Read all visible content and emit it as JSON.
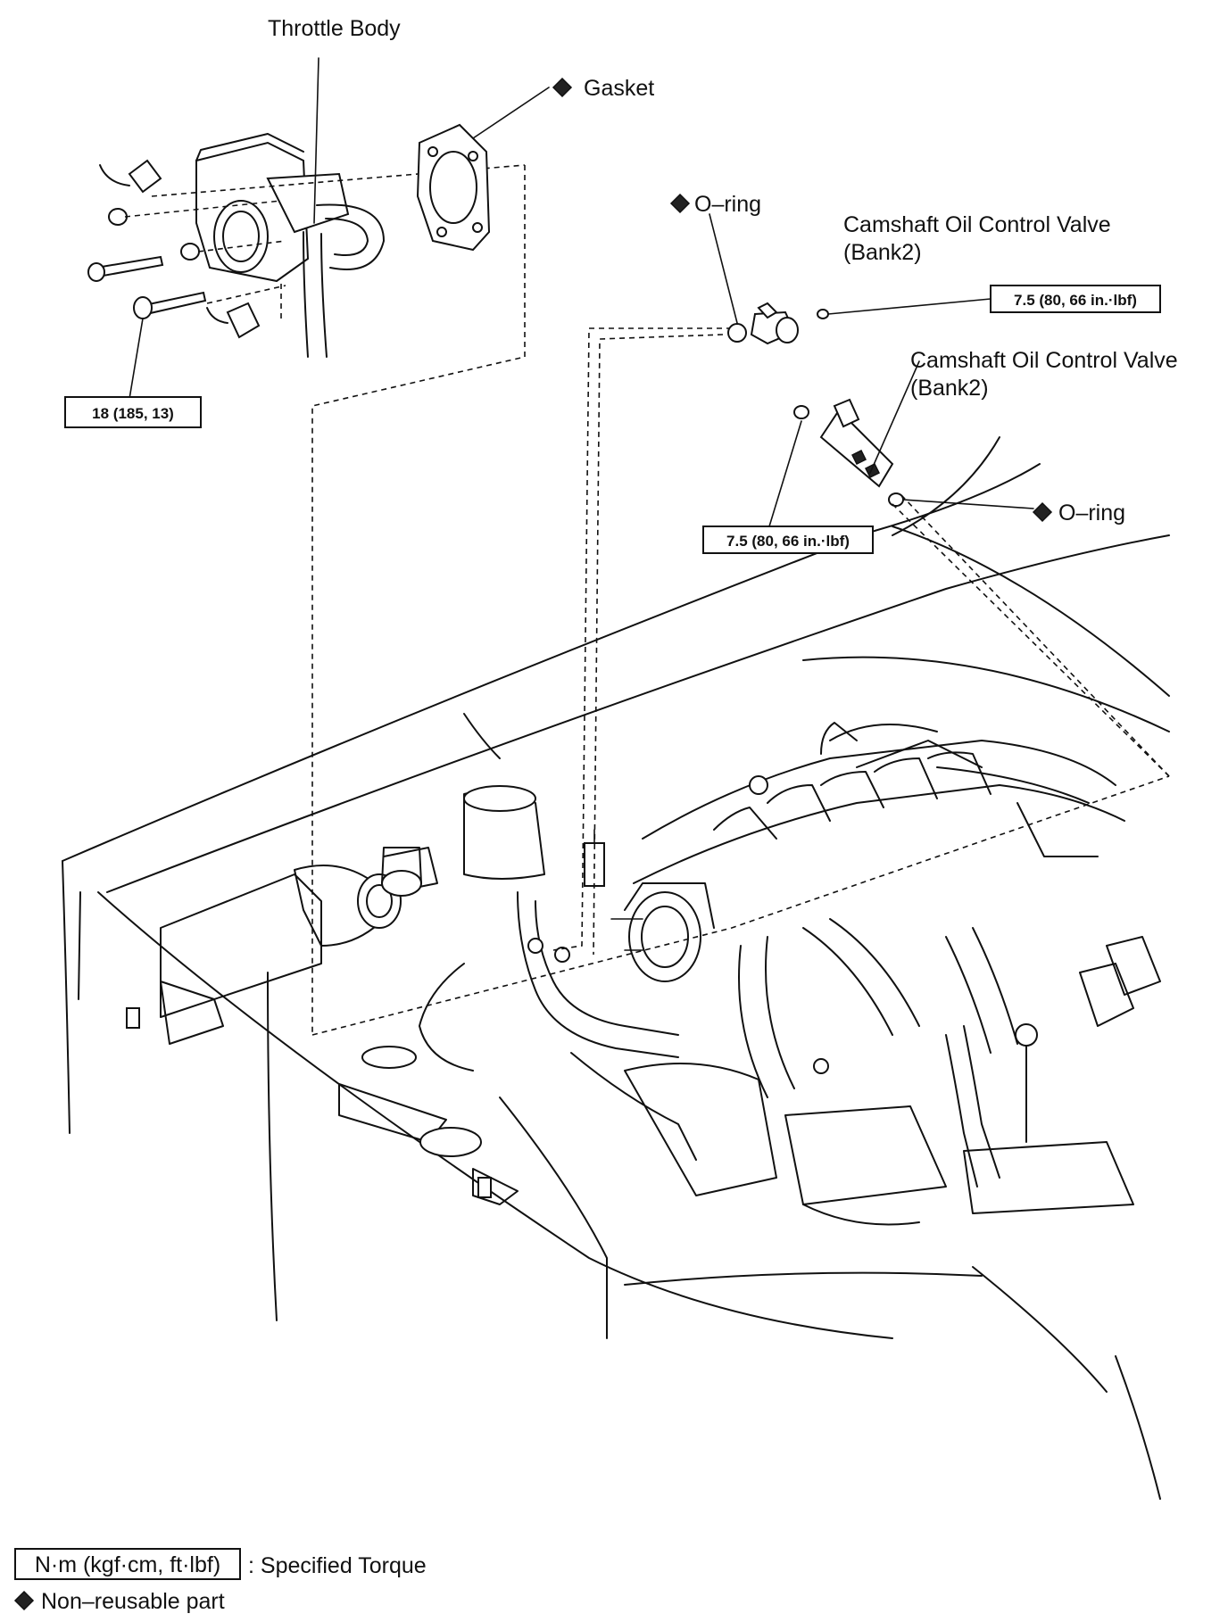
{
  "labels": {
    "throttle_body": "Throttle Body",
    "gasket": "Gasket",
    "o_ring_top": "O–ring",
    "camshaft_top_line1": "Camshaft Oil Control Valve",
    "camshaft_top_line2": "(Bank2)",
    "camshaft_mid_line1": "Camshaft Oil Control Valve",
    "camshaft_mid_line2": "(Bank2)",
    "o_ring_right": "O–ring"
  },
  "torque_specs": {
    "throttle_bolt": "18 (185, 13)",
    "ocv_top": "7.5 (80, 66 in.·lbf)",
    "ocv_mid": "7.5 (80, 66 in.·lbf)"
  },
  "legend": {
    "torque_box": "N·m (kgf·cm, ft·lbf)",
    "torque_desc": ": Specified Torque",
    "nonreusable": "Non–reusable part"
  },
  "icons": {
    "non_reusable_marker": "diamond-icon"
  }
}
